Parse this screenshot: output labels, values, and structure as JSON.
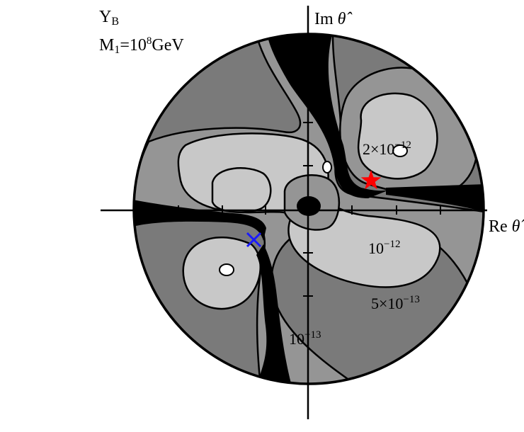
{
  "figure": {
    "title_symbol": "Y",
    "title_subscript": "B",
    "mass_label": {
      "symbol": "M",
      "subscript": "1",
      "equals": "=",
      "base": "10",
      "exponent": "8",
      "unit": "GeV"
    }
  },
  "axes": {
    "x_label_prefix": "Re",
    "y_label_prefix": "Im",
    "variable": "θ̂"
  },
  "contour_labels": [
    {
      "id": "c1",
      "base": "2×10",
      "exponent": "−12"
    },
    {
      "id": "c2",
      "base": "10",
      "exponent": "−12"
    },
    {
      "id": "c3",
      "base": "5×10",
      "exponent": "−13"
    },
    {
      "id": "c4",
      "base": "10",
      "exponent": "−13"
    }
  ],
  "markers": {
    "star": {
      "color": "#ff0000",
      "icon": "red-star-icon"
    },
    "cross": {
      "color": "#1a1aff",
      "icon": "blue-cross-icon"
    }
  },
  "colors": {
    "shade_dark": "#7a7a7a",
    "shade_mid": "#959595",
    "shade_light": "#c8c8c8",
    "shade_black": "#000000"
  }
}
